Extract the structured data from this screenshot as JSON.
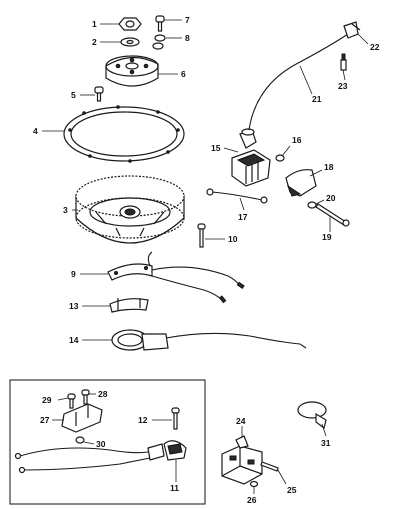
{
  "diagram": {
    "callouts": {
      "c1": "1",
      "c2": "2",
      "c3": "3",
      "c4": "4",
      "c5": "5",
      "c6": "6",
      "c7": "7",
      "c8": "8",
      "c9": "9",
      "c10": "10",
      "c11": "11",
      "c12": "12",
      "c13": "13",
      "c14": "14",
      "c15": "15",
      "c16": "16",
      "c17": "17",
      "c18": "18",
      "c19": "19",
      "c20": "20",
      "c21": "21",
      "c22": "22",
      "c23": "23",
      "c24": "24",
      "c25": "25",
      "c26": "26",
      "c27": "27",
      "c28": "28",
      "c29": "29",
      "c30": "30",
      "c31": "31"
    }
  }
}
